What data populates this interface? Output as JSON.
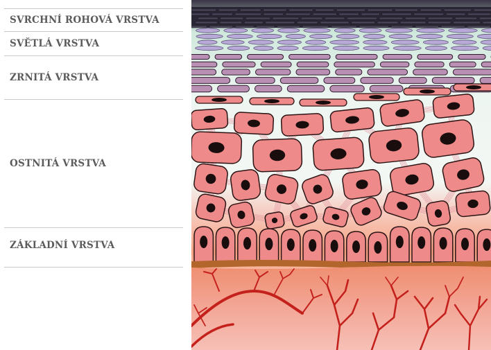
{
  "layers": [
    {
      "id": "corneum",
      "label": "SVRCHNÍ ROHOVÁ VRSTVA"
    },
    {
      "id": "lucidum",
      "label": "SVĚTLÁ VRSTVA"
    },
    {
      "id": "granulosum",
      "label": "ZRNITÁ VRSTVA"
    },
    {
      "id": "spinosum",
      "label": "OSTNITÁ VRSTVA"
    },
    {
      "id": "basale",
      "label": "ZÁKLADNÍ VRSTVA"
    }
  ],
  "colors": {
    "corneum": "#2a2633",
    "lucidum_bg": "#cbe6da",
    "lucidum_cell": "#b9a9d8",
    "granulosum_cell": "#b98fb3",
    "spinosum_bg": "#e9f4ef",
    "cell": "#ef8a8a",
    "cell_outline": "#2b1414",
    "nucleus": "#1a0d0d",
    "basement": "#b2662b",
    "dermis": "#f19a82",
    "vessel": "#c4201c"
  },
  "icons": [
    "skin-cross-section-illustration"
  ]
}
